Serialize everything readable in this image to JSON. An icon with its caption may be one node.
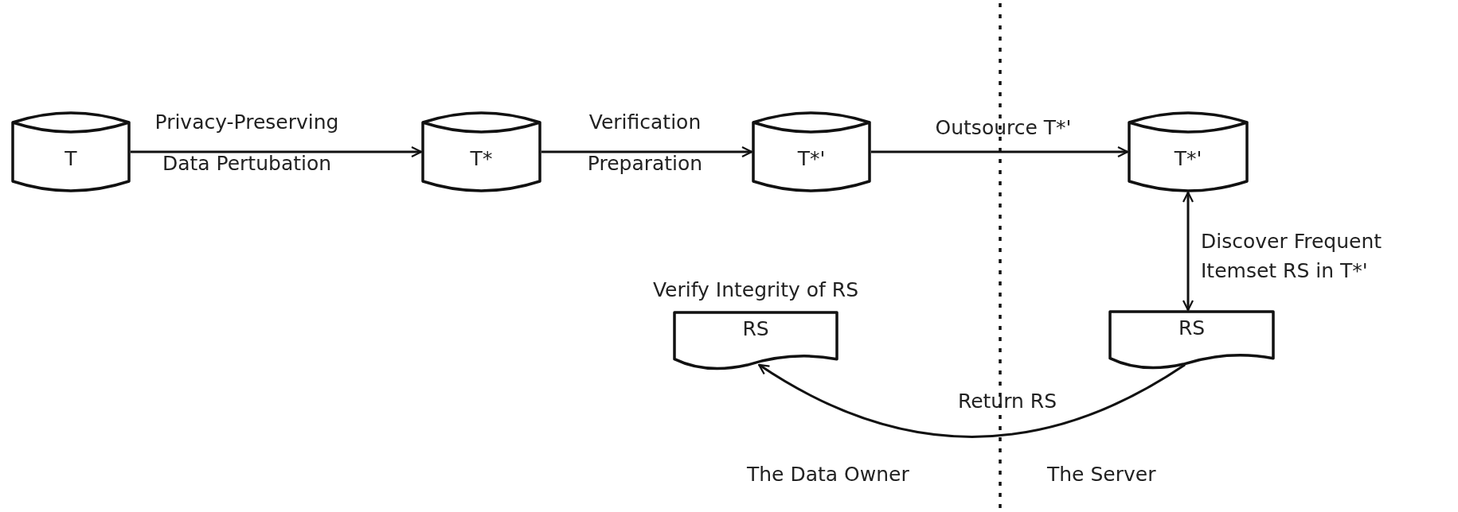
{
  "diagram": {
    "nodes": [
      {
        "text": [
          "T"
        ]
      },
      {
        "text": [
          "T*"
        ]
      },
      {
        "text": [
          "T*'"
        ]
      },
      {
        "text": [
          "T*'"
        ]
      },
      {
        "text": [
          "Verify Integrity of RS",
          "RS"
        ]
      },
      {
        "text": [
          "RS"
        ]
      }
    ],
    "edges": [
      {
        "from": 0,
        "to": 1,
        "arrow": "to",
        "label": "Privacy-Preserving Data Pertubation"
      },
      {
        "from": 1,
        "to": 2,
        "arrow": "to",
        "label": "Verification Preparation"
      },
      {
        "from": 2,
        "to": 3,
        "arrow": "to",
        "label": "Outsource T*'"
      },
      {
        "from": 3,
        "to": 5,
        "arrow": "both",
        "label": "Discover Frequent Itemset RS in T*'"
      },
      {
        "from": 5,
        "to": 4,
        "arrow": "to",
        "label": "Return RS"
      }
    ],
    "labels": [
      "The Data Owner",
      "The Server"
    ]
  }
}
